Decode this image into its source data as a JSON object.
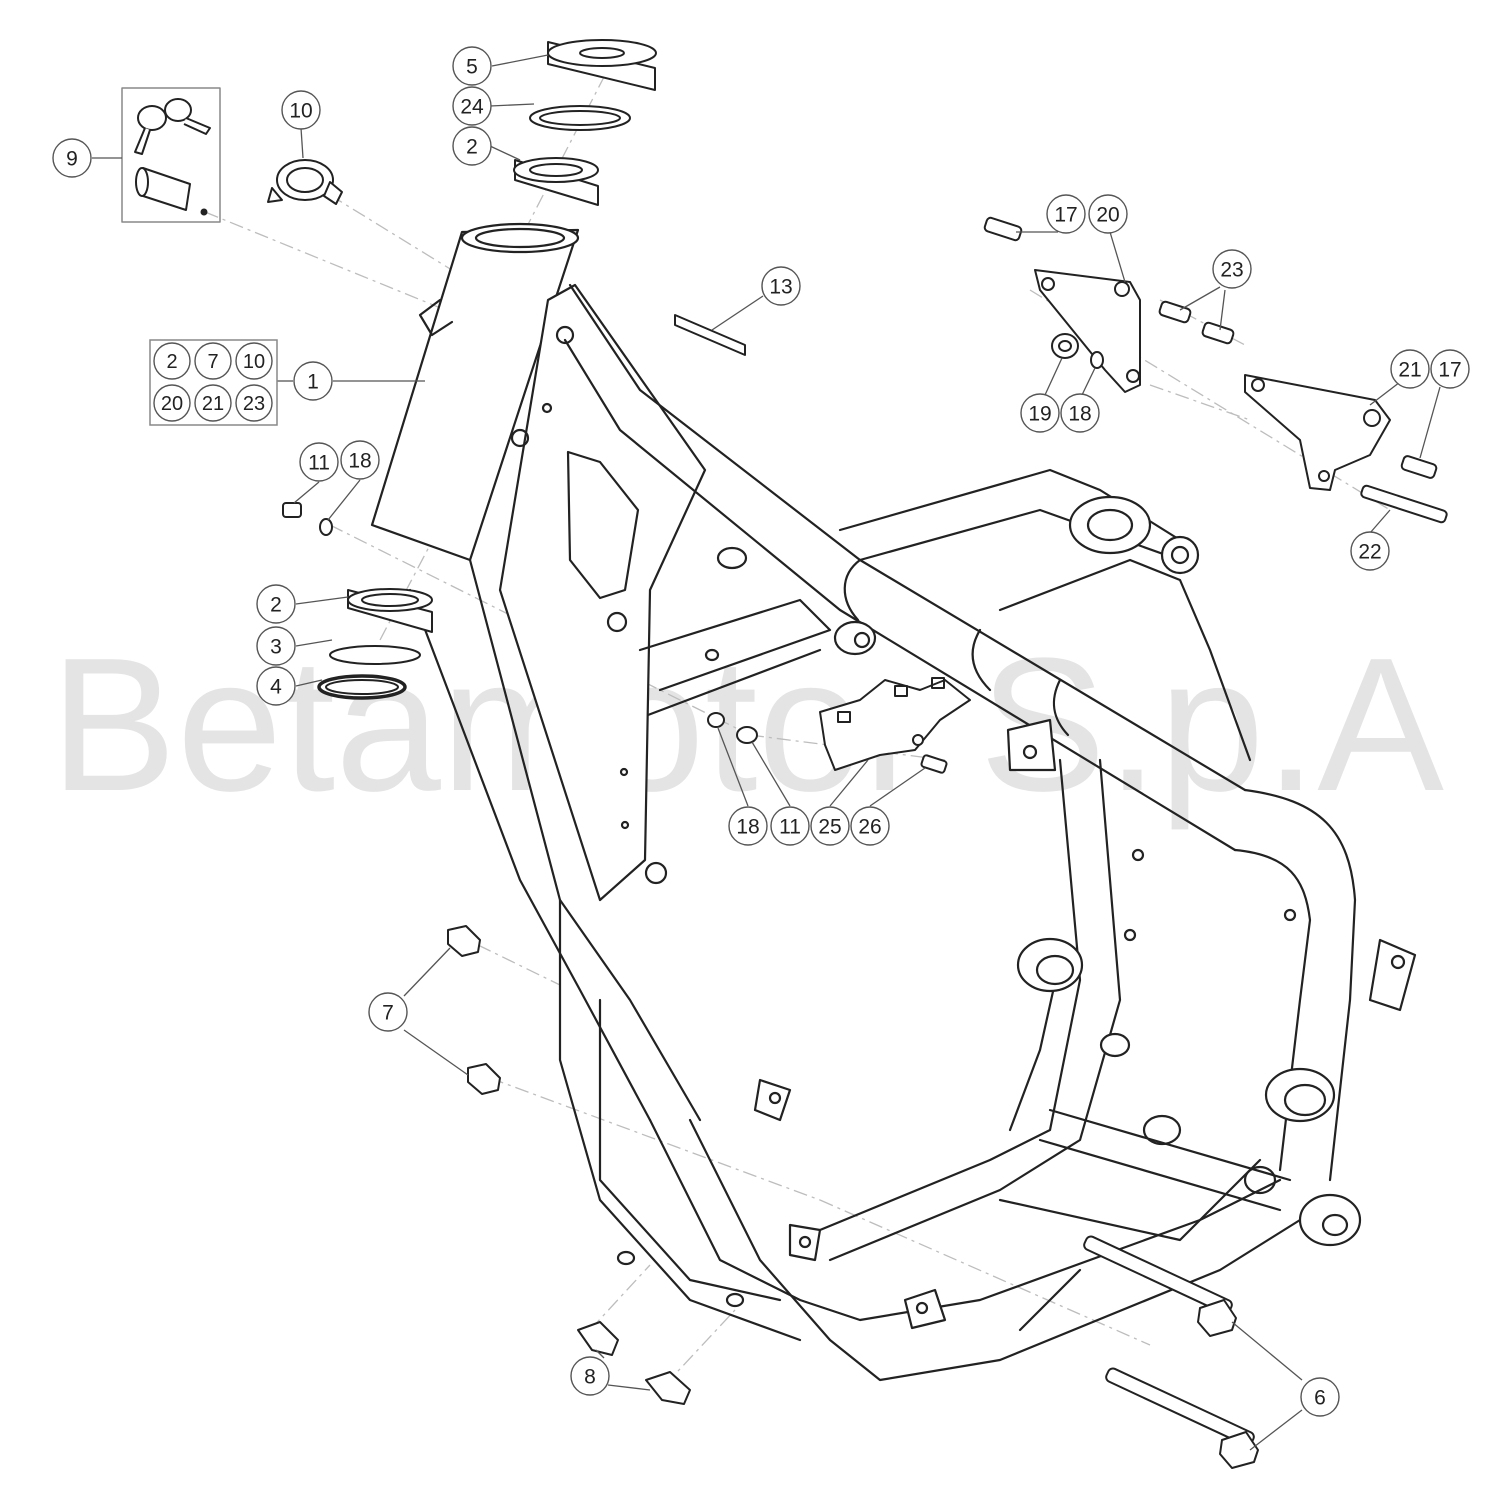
{
  "watermark": "Betamotor S.p.A",
  "callouts": [
    {
      "id": "c5",
      "label": "5"
    },
    {
      "id": "c24",
      "label": "24"
    },
    {
      "id": "c2a",
      "label": "2"
    },
    {
      "id": "c10",
      "label": "10"
    },
    {
      "id": "c9",
      "label": "9"
    },
    {
      "id": "c1",
      "label": "1"
    },
    {
      "id": "c11a",
      "label": "11"
    },
    {
      "id": "c18a",
      "label": "18"
    },
    {
      "id": "c2b",
      "label": "2"
    },
    {
      "id": "c3",
      "label": "3"
    },
    {
      "id": "c4",
      "label": "4"
    },
    {
      "id": "c13",
      "label": "13"
    },
    {
      "id": "c17a",
      "label": "17"
    },
    {
      "id": "c20",
      "label": "20"
    },
    {
      "id": "c23",
      "label": "23"
    },
    {
      "id": "c19",
      "label": "19"
    },
    {
      "id": "c18b",
      "label": "18"
    },
    {
      "id": "c21",
      "label": "21"
    },
    {
      "id": "c17b",
      "label": "17"
    },
    {
      "id": "c22",
      "label": "22"
    },
    {
      "id": "c18c",
      "label": "18"
    },
    {
      "id": "c11b",
      "label": "11"
    },
    {
      "id": "c25",
      "label": "25"
    },
    {
      "id": "c26",
      "label": "26"
    },
    {
      "id": "c7",
      "label": "7"
    },
    {
      "id": "c8",
      "label": "8"
    },
    {
      "id": "c6",
      "label": "6"
    }
  ],
  "kit_box_items": [
    "2",
    "7",
    "10",
    "20",
    "21",
    "23"
  ]
}
